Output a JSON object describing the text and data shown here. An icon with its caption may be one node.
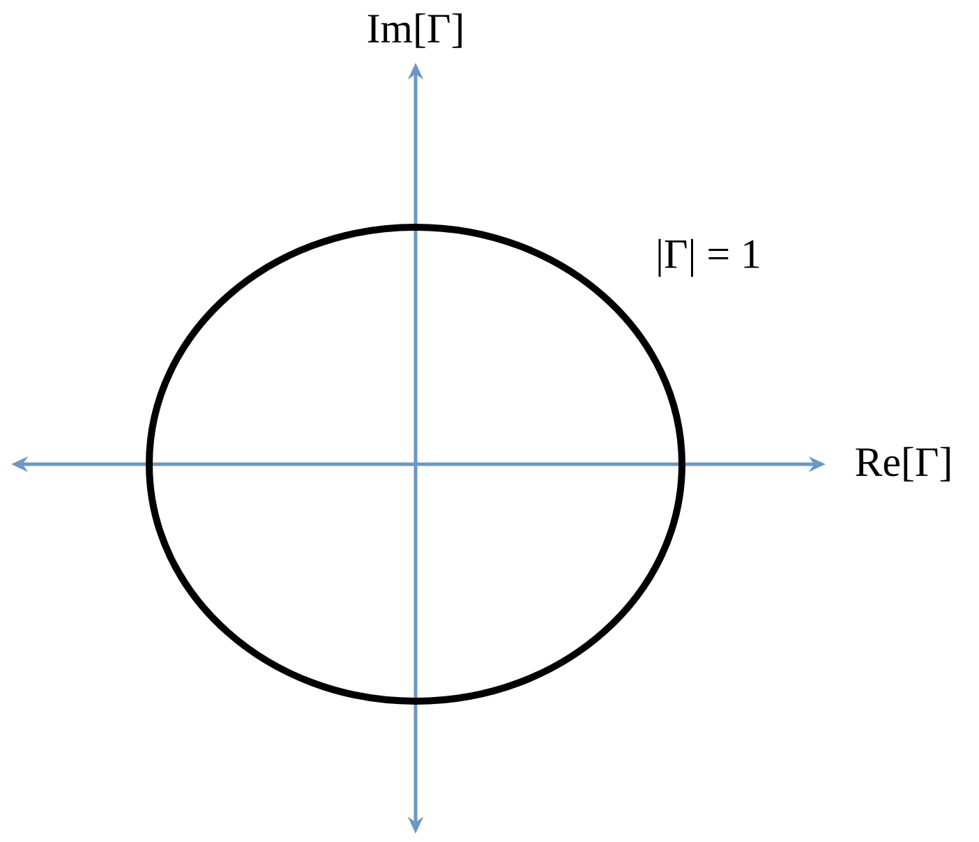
{
  "diagram": {
    "labels": [
      "Im[Γ]",
      "|Γ| = 1",
      "Re[Γ]"
    ]
  }
}
